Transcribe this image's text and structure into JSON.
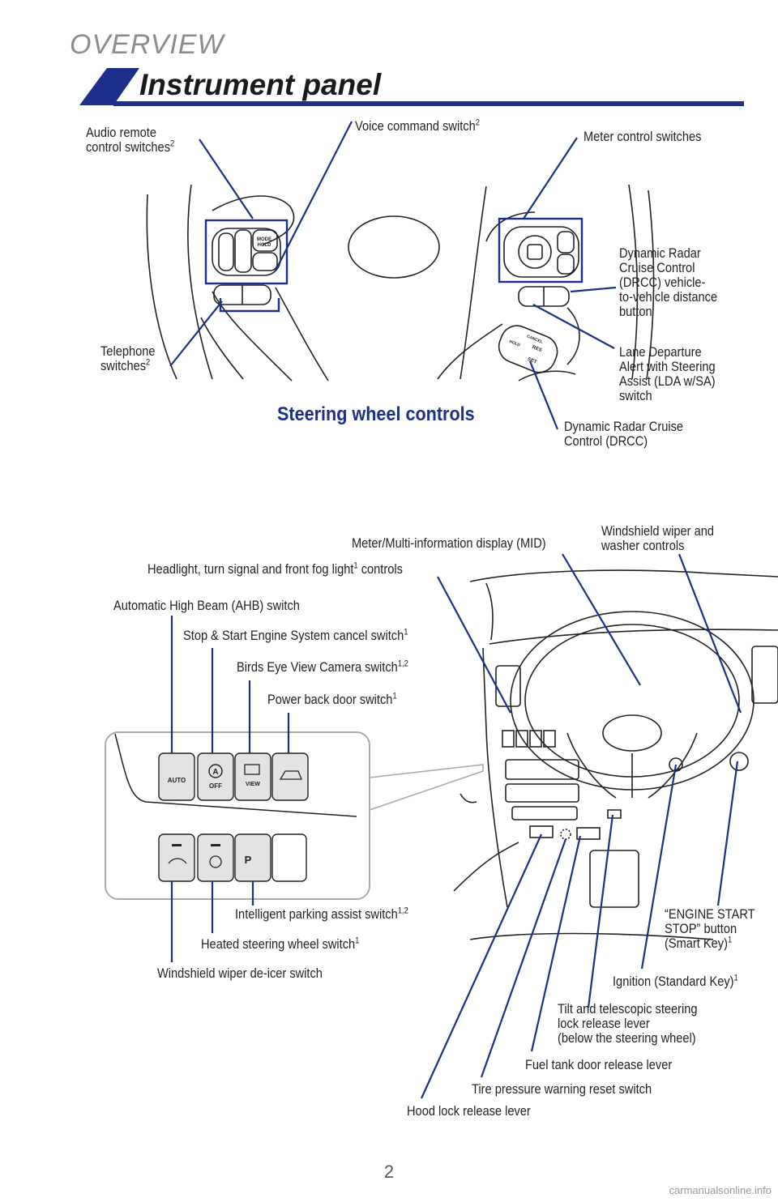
{
  "header": {
    "section": "OVERVIEW",
    "title": "Instrument panel"
  },
  "steering": {
    "caption": "Steering wheel controls",
    "labels": {
      "audio": [
        "Audio remote",
        "control switches",
        "2"
      ],
      "voice": [
        "Voice command switch",
        "2"
      ],
      "meter": "Meter control switches",
      "drcc_distance": [
        "Dynamic Radar",
        "Cruise Control",
        "(DRCC) vehicle-",
        "to-vehicle distance",
        "button"
      ],
      "telephone": [
        "Telephone",
        "switches",
        "2"
      ],
      "lda": [
        "Lane Departure",
        "Alert with Steering",
        "Assist (LDA w/SA)",
        "switch"
      ],
      "drcc": [
        "Dynamic Radar Cruise",
        "Control (DRCC)"
      ]
    },
    "buttons": {
      "mode": "MODE",
      "hold": "HOLD",
      "cancel": "CANCEL",
      "res": "RES",
      "set": "SET",
      "hold_dist": "HOLD"
    }
  },
  "panel": {
    "labels": {
      "mid": "Meter/Multi-information display (MID)",
      "wiper": [
        "Windshield wiper and",
        "washer controls"
      ],
      "headlight": [
        "Headlight, turn signal and front fog light",
        "1",
        " controls"
      ],
      "ahb": "Automatic High Beam (AHB) switch",
      "stop_start": [
        "Stop & Start Engine System cancel switch",
        "1"
      ],
      "birds_eye": [
        "Birds Eye View Camera switch",
        "1,2"
      ],
      "power_door": [
        "Power back door switch",
        "1"
      ],
      "parking": [
        "Intelligent parking assist switch",
        "1,2"
      ],
      "heated": [
        "Heated steering wheel switch",
        "1"
      ],
      "deicer": "Windshield wiper de-icer switch",
      "engine_start": [
        "“ENGINE START",
        "STOP” button",
        "(Smart Key)",
        "1"
      ],
      "ignition": [
        "Ignition (Standard Key)",
        "1"
      ],
      "tilt": [
        "Tilt and telescopic steering",
        "lock release lever",
        "(below the steering wheel)"
      ],
      "fuel": "Fuel tank door release lever",
      "tire": "Tire pressure warning reset switch",
      "hood": "Hood lock release lever"
    },
    "switch_text": {
      "auto": "AUTO",
      "a": "A",
      "off": "OFF",
      "view": "VIEW",
      "p": "P"
    }
  },
  "page_number": "2",
  "watermark": "carmanualsonline.info",
  "colors": {
    "accent": "#1c2f8a",
    "header_gray": "#8a8d90",
    "callout": "#1c2f8a"
  }
}
